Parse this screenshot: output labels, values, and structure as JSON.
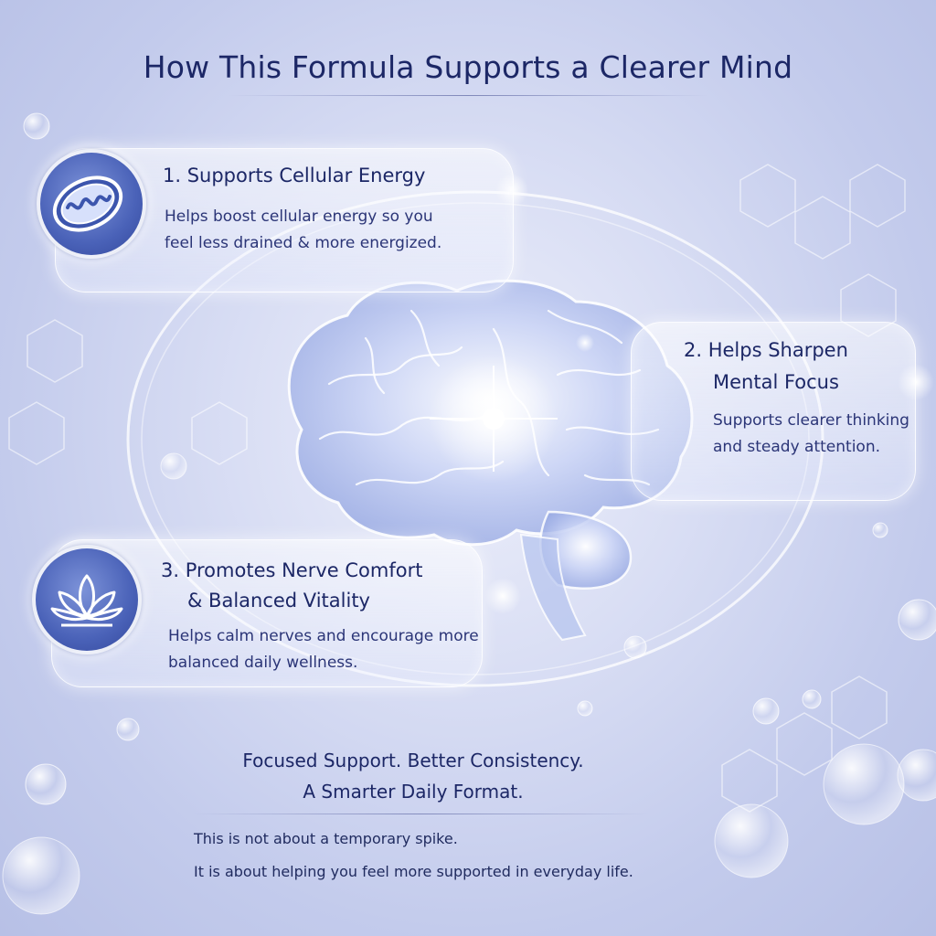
{
  "title": "How This Formula Supports a Clearer Mind",
  "benefits": [
    {
      "heading": "1. Supports Cellular Energy",
      "description": "Helps boost cellular energy so you feel less drained & more energized.",
      "icon": "mitochondria-icon"
    },
    {
      "heading_line1": "2. Helps Sharpen",
      "heading_line2": "Mental Focus",
      "description": "Supports clearer thinking and steady attention.",
      "icon": "none"
    },
    {
      "heading_line1": "3. Promotes Nerve Comfort",
      "heading_line2": "& Balanced Vitality",
      "description": "Helps calm nerves and encourage more balanced daily wellness.",
      "icon": "lotus-icon"
    }
  ],
  "tagline": {
    "line1": "Focused Support. Better Consistency.",
    "line2": "A Smarter Daily Format."
  },
  "footer": {
    "line1": "This is not about a temporary spike.",
    "line2": "It is about helping you feel more supported in everyday life."
  },
  "colors": {
    "text_dark": "#1c2766",
    "badge_blue": "#4a62b8",
    "background": "#d9def4"
  }
}
